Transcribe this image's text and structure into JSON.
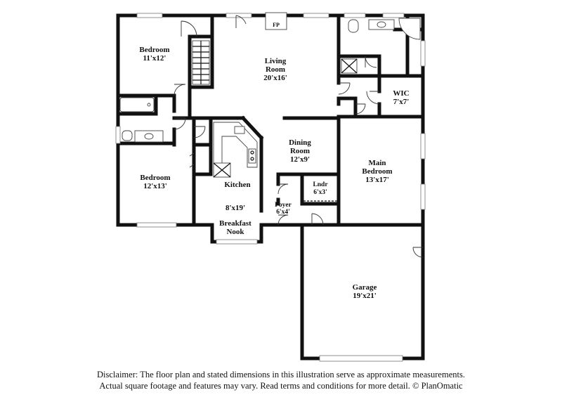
{
  "rooms": {
    "bedroom_upper": {
      "name": "Bedroom",
      "dims": "11'x12'"
    },
    "living_room": {
      "name_line1": "Living",
      "name_line2": "Room",
      "dims": "20'x16'"
    },
    "wic": {
      "name": "WIC",
      "dims": "7'x7'"
    },
    "dining_room": {
      "name_line1": "Dining",
      "name_line2": "Room",
      "dims": "12'x9'"
    },
    "main_bedroom": {
      "name_line1": "Main",
      "name_line2": "Bedroom",
      "dims": "13'x17'"
    },
    "bedroom_lower": {
      "name": "Bedroom",
      "dims": "12'x13'"
    },
    "kitchen": {
      "name": "Kitchen"
    },
    "breakfast_nook": {
      "dims": "8'x19'",
      "name_line1": "Breakfast",
      "name_line2": "Nook"
    },
    "laundry": {
      "name": "Lndr",
      "dims": "6'x3'"
    },
    "foyer": {
      "name": "Foyer",
      "dims": "6'x4'"
    },
    "garage": {
      "name": "Garage",
      "dims": "19'x21'"
    },
    "fireplace": {
      "label": "FP"
    }
  },
  "disclaimer": {
    "line1": "Disclaimer: The floor plan and stated dimensions in this illustration serve as approximate measurements.",
    "line2": "Actual square footage and features may vary. Read terms and conditions for more detail. © PlanOmatic"
  }
}
